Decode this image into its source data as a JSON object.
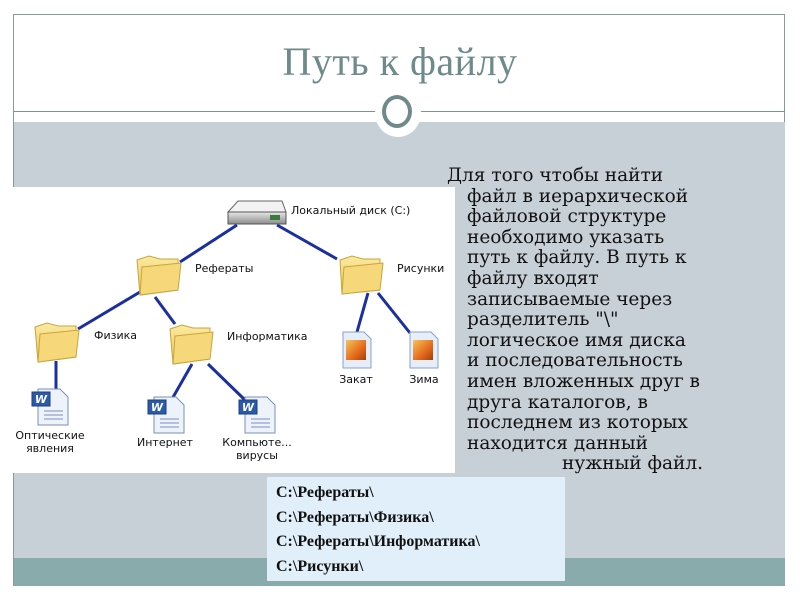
{
  "slide": {
    "title": "Путь к файлу",
    "description_lines": [
      "Для того чтобы найти",
      "файл в иерархической",
      "файловой структуре",
      "необходимо указать",
      "путь к файлу. В путь к",
      "файлу входят",
      "записываемые через",
      "разделитель \"\\\"",
      "логическое имя диска",
      "и последовательность",
      "имен вложенных друг в",
      "друга каталогов, в",
      "последнем из которых",
      "находится данный",
      "нужный файл."
    ],
    "paths": [
      "C:\\Рефераты\\",
      "C:\\Рефераты\\Физика\\",
      "C:\\Рефераты\\Информатика\\",
      "C:\\Рисунки\\"
    ]
  },
  "tree": {
    "root": {
      "label": "Локальный диск (C:)",
      "icon": "hard-drive-icon"
    },
    "folders": [
      {
        "label": "Рефераты",
        "icon": "folder-icon"
      },
      {
        "label": "Рисунки",
        "icon": "folder-icon"
      },
      {
        "label": "Физика",
        "icon": "folder-icon"
      },
      {
        "label": "Информатика",
        "icon": "folder-icon"
      }
    ],
    "files": [
      {
        "label_line1": "Оптические",
        "label_line2": "явления",
        "icon": "word-document-icon"
      },
      {
        "label_line1": "Интернет",
        "label_line2": "",
        "icon": "word-document-icon"
      },
      {
        "label_line1": "Компьюте...",
        "label_line2": "вирусы",
        "icon": "word-document-icon"
      },
      {
        "label_line1": "Закат",
        "label_line2": "",
        "icon": "image-file-icon"
      },
      {
        "label_line1": "Зима",
        "label_line2": "",
        "icon": "image-file-icon"
      }
    ]
  },
  "colors": {
    "accent": "#6e8a8a",
    "band": "#c6d0d6",
    "footer": "#8aabab",
    "connector": "#1a2fa0",
    "path_box": "#e0eff9"
  }
}
